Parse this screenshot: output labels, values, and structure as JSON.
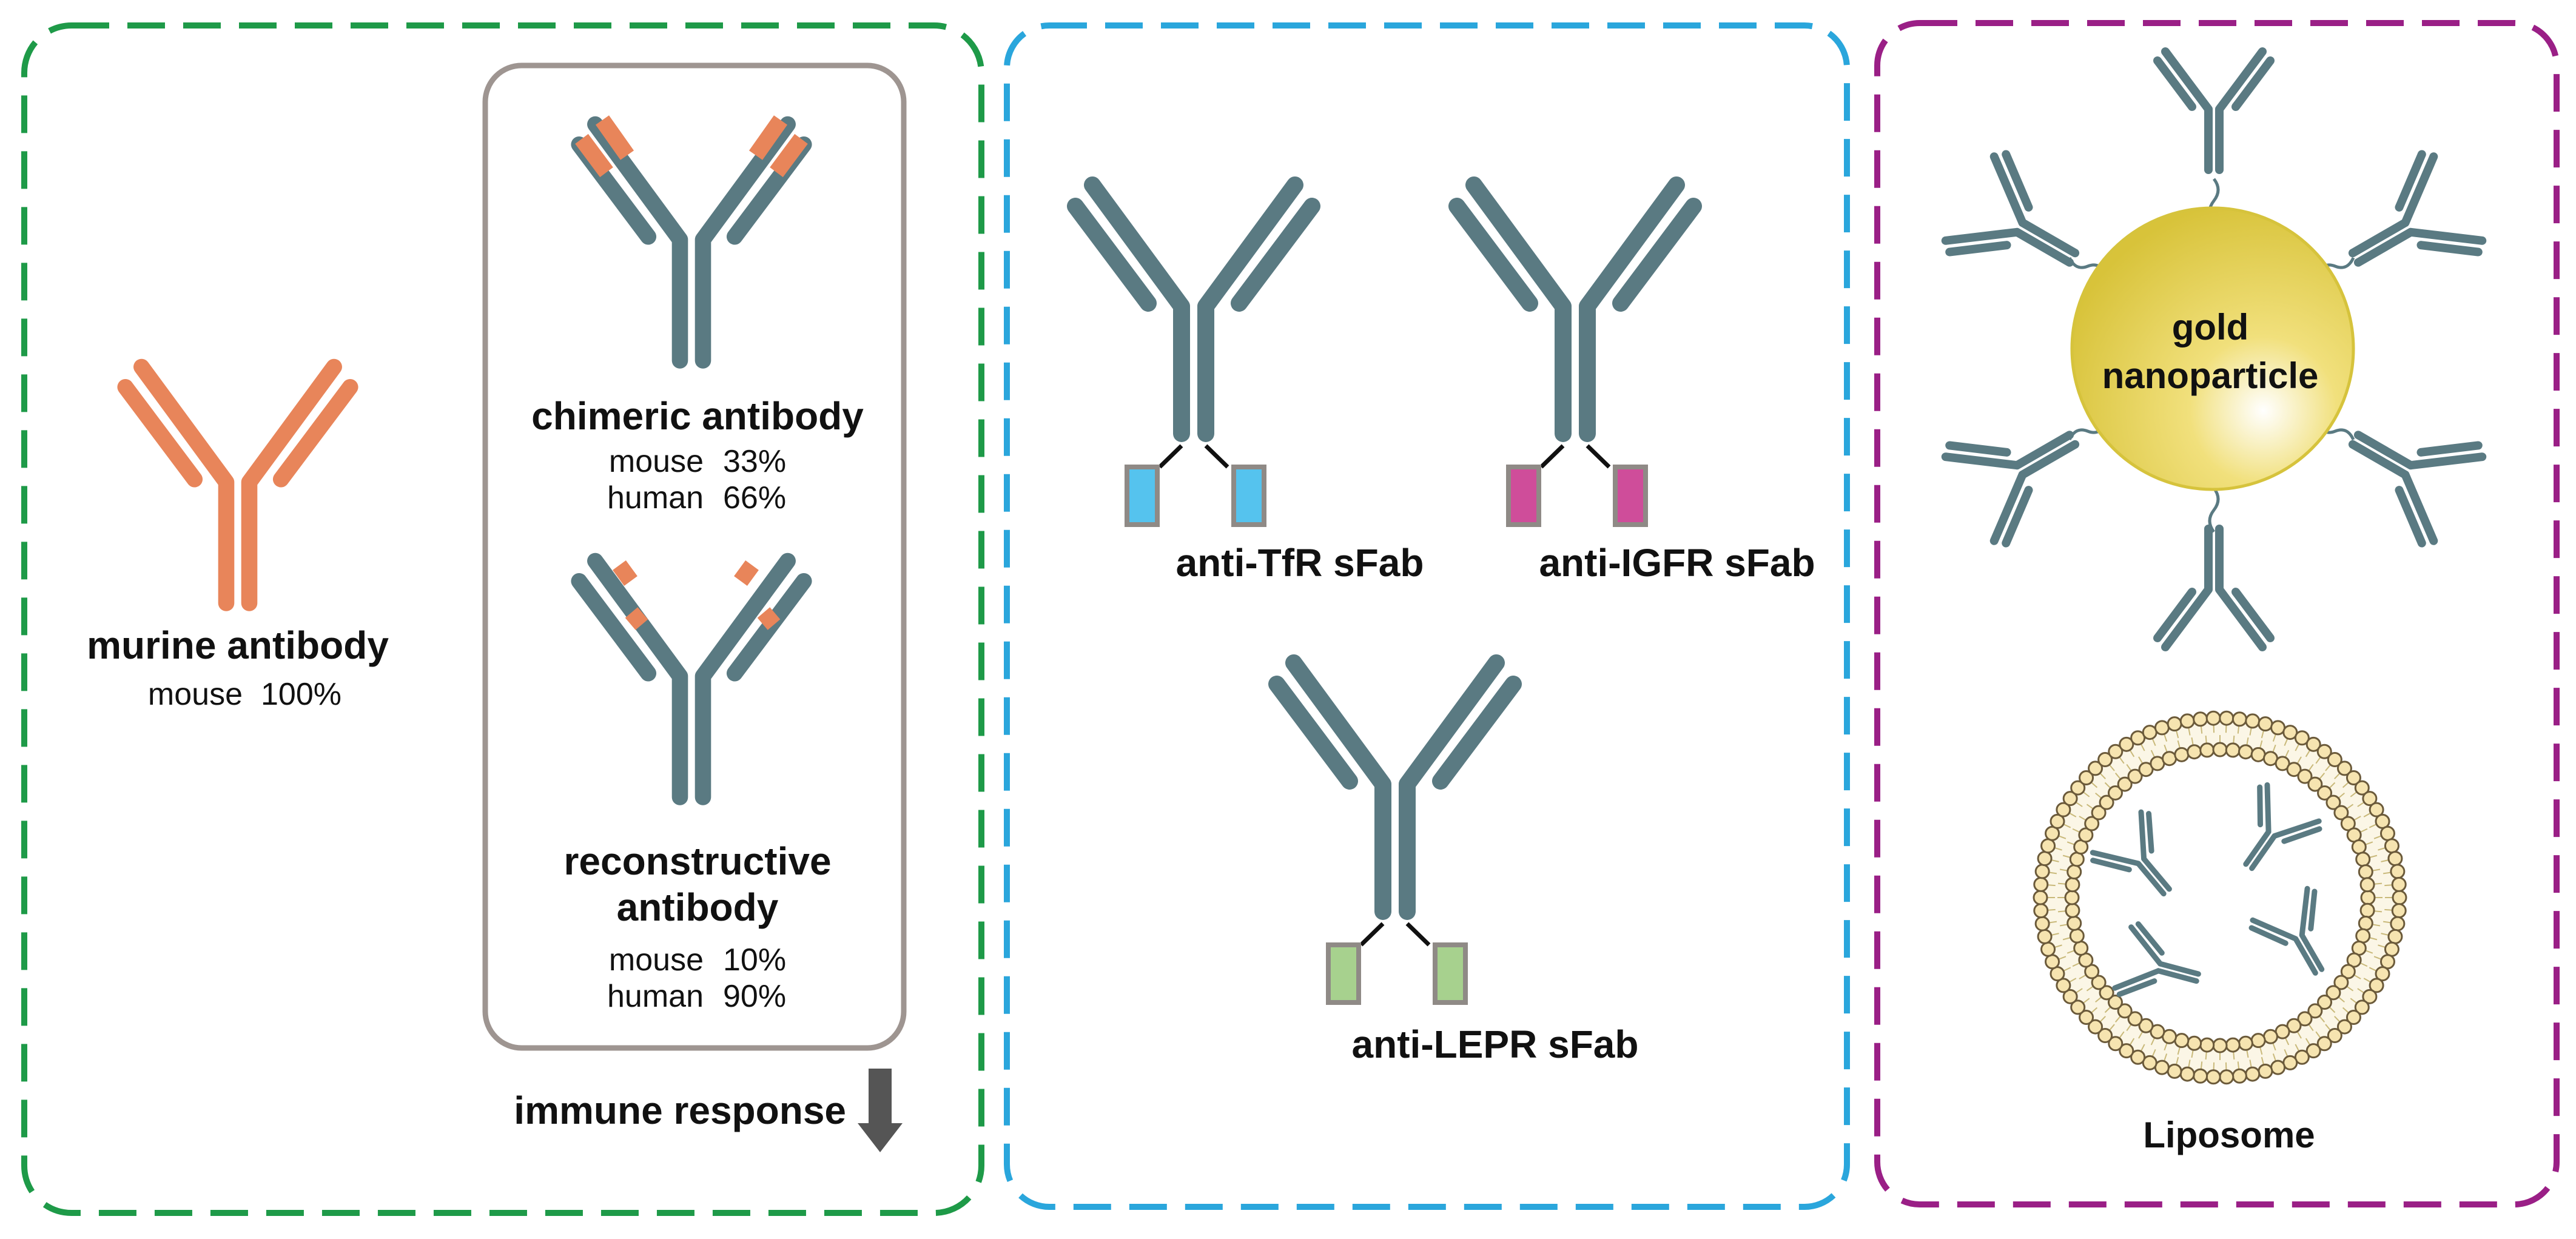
{
  "panels": {
    "left": {
      "murine": {
        "title": "murine antibody",
        "lines": [
          {
            "label": "mouse",
            "value": "100%"
          }
        ]
      },
      "chimeric": {
        "title": "chimeric antibody",
        "lines": [
          {
            "label": "mouse",
            "value": "33%"
          },
          {
            "label": "human",
            "value": "66%"
          }
        ]
      },
      "reconstructive": {
        "title_line1": "reconstructive",
        "title_line2": "antibody",
        "lines": [
          {
            "label": "mouse",
            "value": "10%"
          },
          {
            "label": "human",
            "value": "90%"
          }
        ]
      },
      "immune_response": "immune response"
    },
    "middle": {
      "tfr": "anti-TfR sFab",
      "igfr": "anti-IGFR sFab",
      "lepr": "anti-LEPR sFab"
    },
    "right": {
      "gold_line1": "gold",
      "gold_line2": "nanoparticle",
      "liposome": "Liposome"
    }
  },
  "colors": {
    "antibody": "#5a7a82",
    "murine": "#e8855a",
    "green_border": "#1e9a48",
    "blue_border": "#2aa6dc",
    "purple_border": "#9a1f86",
    "gray_box": "#9e9591",
    "tfr_tag": "#55c3ee",
    "igfr_tag": "#cf4d9a",
    "lepr_tag": "#a7d18e",
    "gold": "#e2cd48",
    "lipid": "#f6e4b0"
  },
  "icons": [
    "antibody-icon",
    "down-arrow-icon",
    "gold-nanoparticle-icon",
    "liposome-icon"
  ]
}
